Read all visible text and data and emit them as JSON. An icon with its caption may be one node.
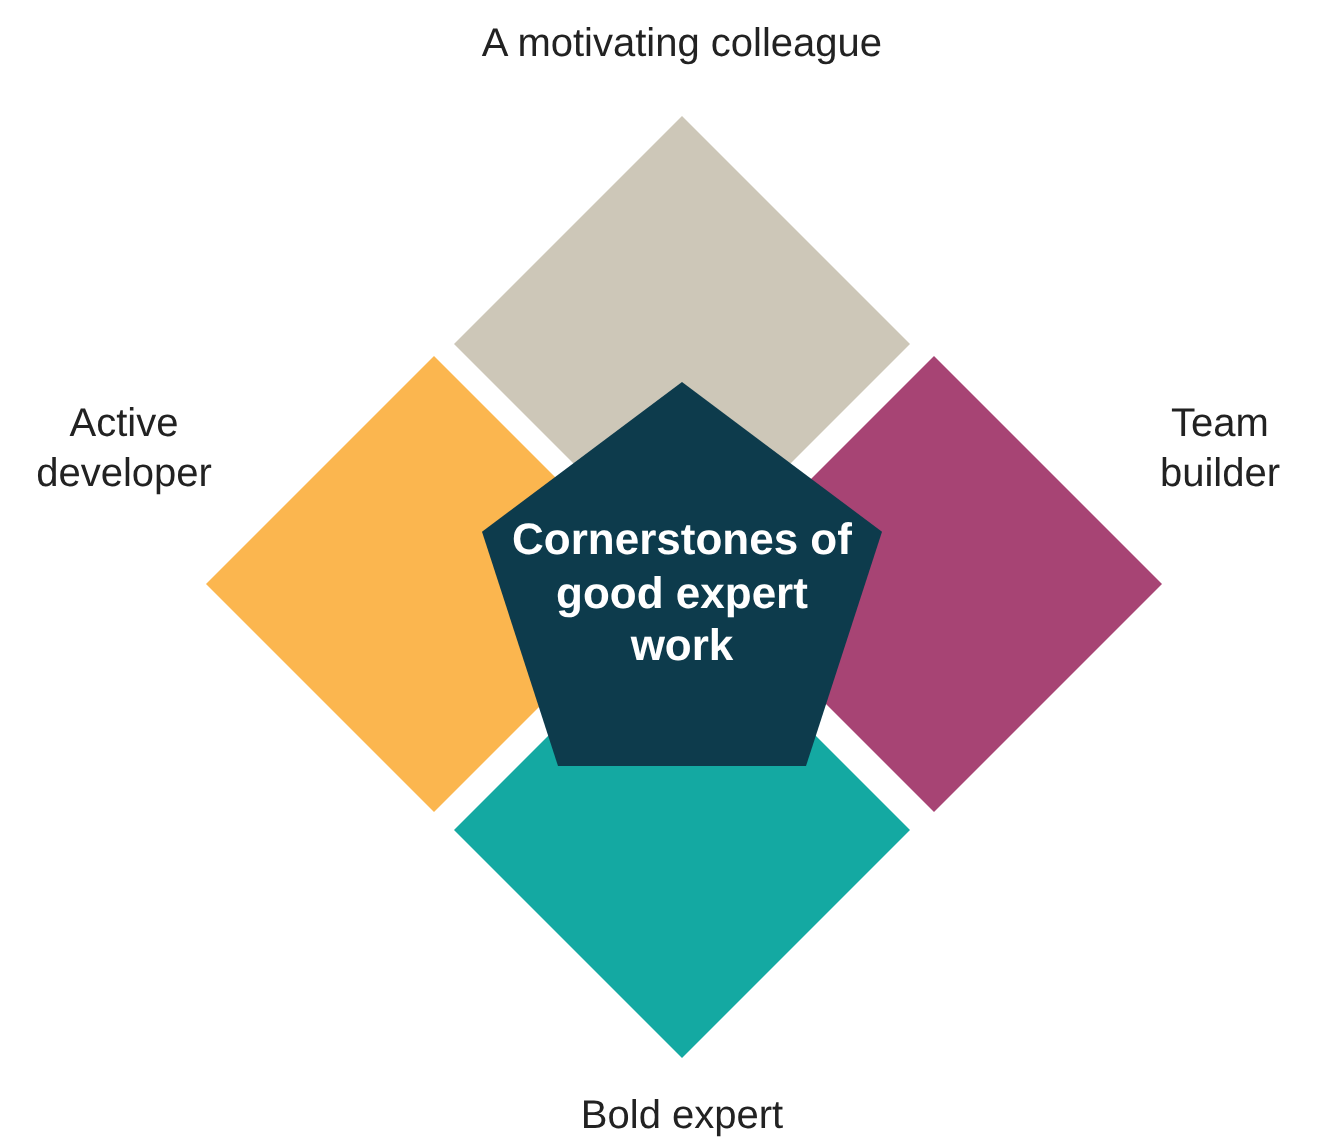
{
  "diagram": {
    "nodes": [
      {
        "text": [
          "A motivating colleague"
        ]
      },
      {
        "text": [
          "Active developer"
        ]
      },
      {
        "text": [
          "Team builder"
        ]
      },
      {
        "text": [
          "Cornerstones of good expert work"
        ]
      },
      {
        "text": [
          "Bold expert"
        ]
      }
    ]
  }
}
